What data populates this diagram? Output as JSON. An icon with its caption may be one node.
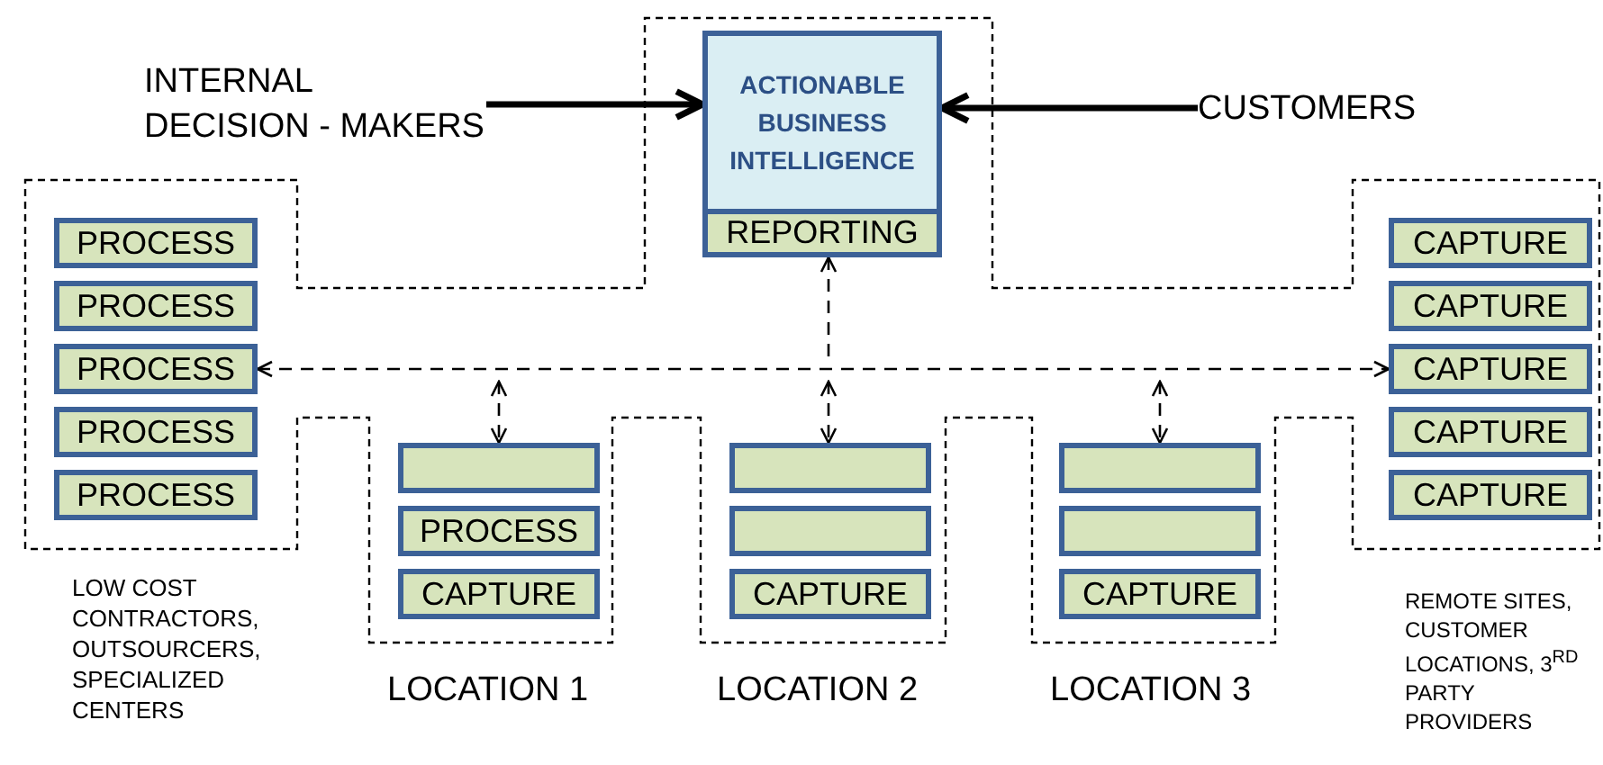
{
  "diagram": {
    "nodes": [
      {
        "text": [
          "INTERNAL DECISION - MAKERS"
        ]
      },
      {
        "text": [
          "CUSTOMERS"
        ]
      },
      {
        "text": [
          "ACTIONABLE BUSINESS INTELLIGENCE"
        ]
      },
      {
        "text": [
          "REPORTING"
        ]
      },
      {
        "text": [
          "PROCESS"
        ]
      },
      {
        "text": [
          "PROCESS"
        ]
      },
      {
        "text": [
          "PROCESS"
        ]
      },
      {
        "text": [
          "PROCESS"
        ]
      },
      {
        "text": [
          "PROCESS"
        ]
      },
      {
        "text": [
          "CAPTURE"
        ]
      },
      {
        "text": [
          "CAPTURE"
        ]
      },
      {
        "text": [
          "CAPTURE"
        ]
      },
      {
        "text": [
          "CAPTURE"
        ]
      },
      {
        "text": [
          "CAPTURE"
        ]
      },
      {
        "text": [],
        "shape": "box"
      },
      {
        "text": [
          "PROCESS"
        ]
      },
      {
        "text": [
          "CAPTURE"
        ]
      },
      {
        "text": [],
        "shape": "box"
      },
      {
        "text": [],
        "shape": "box"
      },
      {
        "text": [
          "CAPTURE"
        ]
      },
      {
        "text": [],
        "shape": "box"
      },
      {
        "text": [],
        "shape": "box"
      },
      {
        "text": [
          "CAPTURE"
        ]
      }
    ],
    "edges": [
      {
        "from": 0,
        "to": 2,
        "arrow": "to",
        "style": "thick"
      },
      {
        "from": 1,
        "to": 2,
        "arrow": "to",
        "style": "thick"
      },
      {
        "from": 6,
        "to": 11,
        "arrow": "both",
        "style": "dashed"
      },
      {
        "from": null,
        "to": 3,
        "arrow": "to",
        "style": "dashed"
      },
      {
        "from": null,
        "to": 14,
        "arrow": "both",
        "style": "dashed"
      },
      {
        "from": null,
        "to": 17,
        "arrow": "both",
        "style": "dashed"
      },
      {
        "from": null,
        "to": 20,
        "arrow": "both",
        "style": "dashed"
      }
    ],
    "labels": [
      "LOW COST CONTRACTORS, OUTSOURCERS, SPECIALIZED CENTERS",
      "LOCATION 1",
      "LOCATION 2",
      "LOCATION 3",
      "REMOTE SITES, CUSTOMER LOCATIONS, 3$^{RD}$ PARTY PROVIDERS"
    ]
  }
}
